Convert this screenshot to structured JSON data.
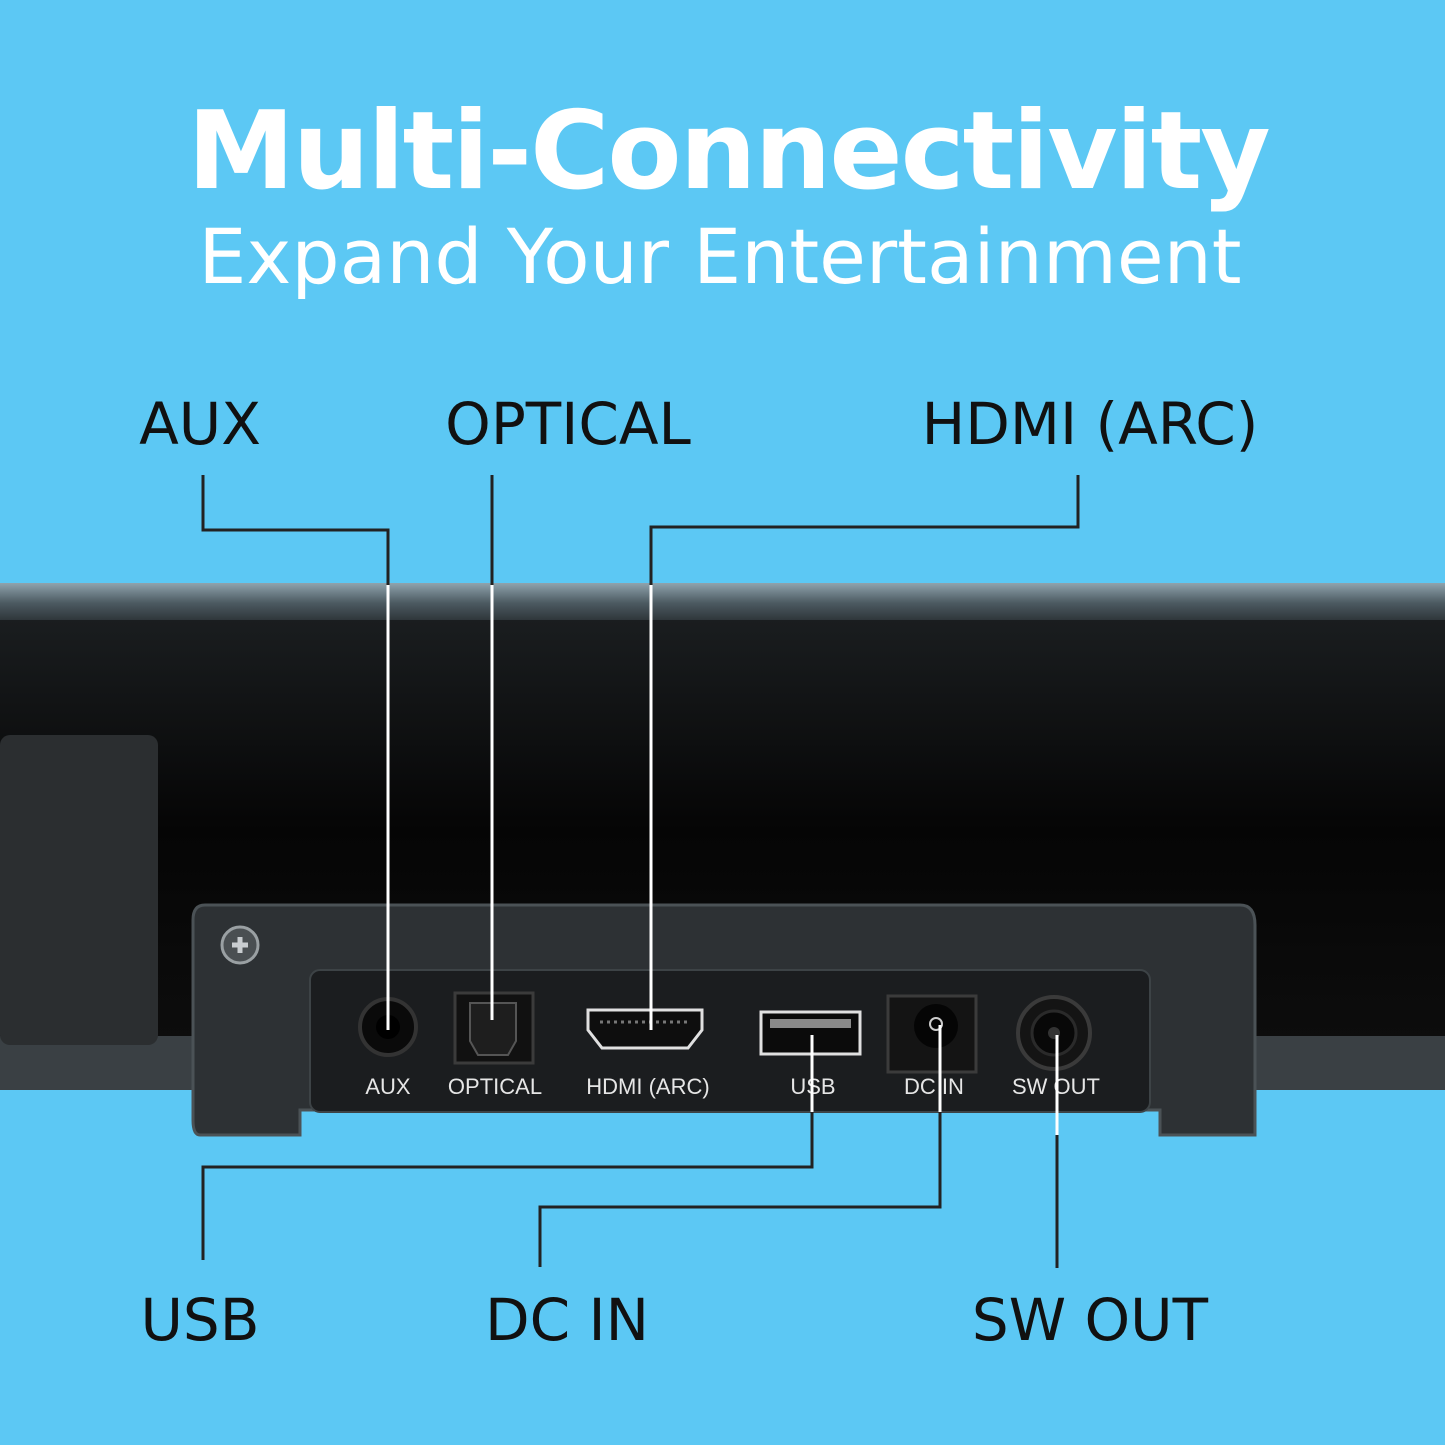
{
  "header": {
    "title": "Multi-Connectivity",
    "subtitle": "Expand Your Entertainment"
  },
  "callouts": {
    "aux": "AUX",
    "optical": "OPTICAL",
    "hdmi": "HDMI (ARC)",
    "usb": "USB",
    "dc_in": "DC IN",
    "sw_out": "SW OUT"
  },
  "port_labels": {
    "aux": "AUX",
    "optical": "OPTICAL",
    "hdmi": "HDMI (ARC)",
    "usb": "USB",
    "dc_in": "DC IN",
    "sw_out": "SW OUT"
  },
  "colors": {
    "background": "#5cc8f4",
    "device": "#111111"
  }
}
